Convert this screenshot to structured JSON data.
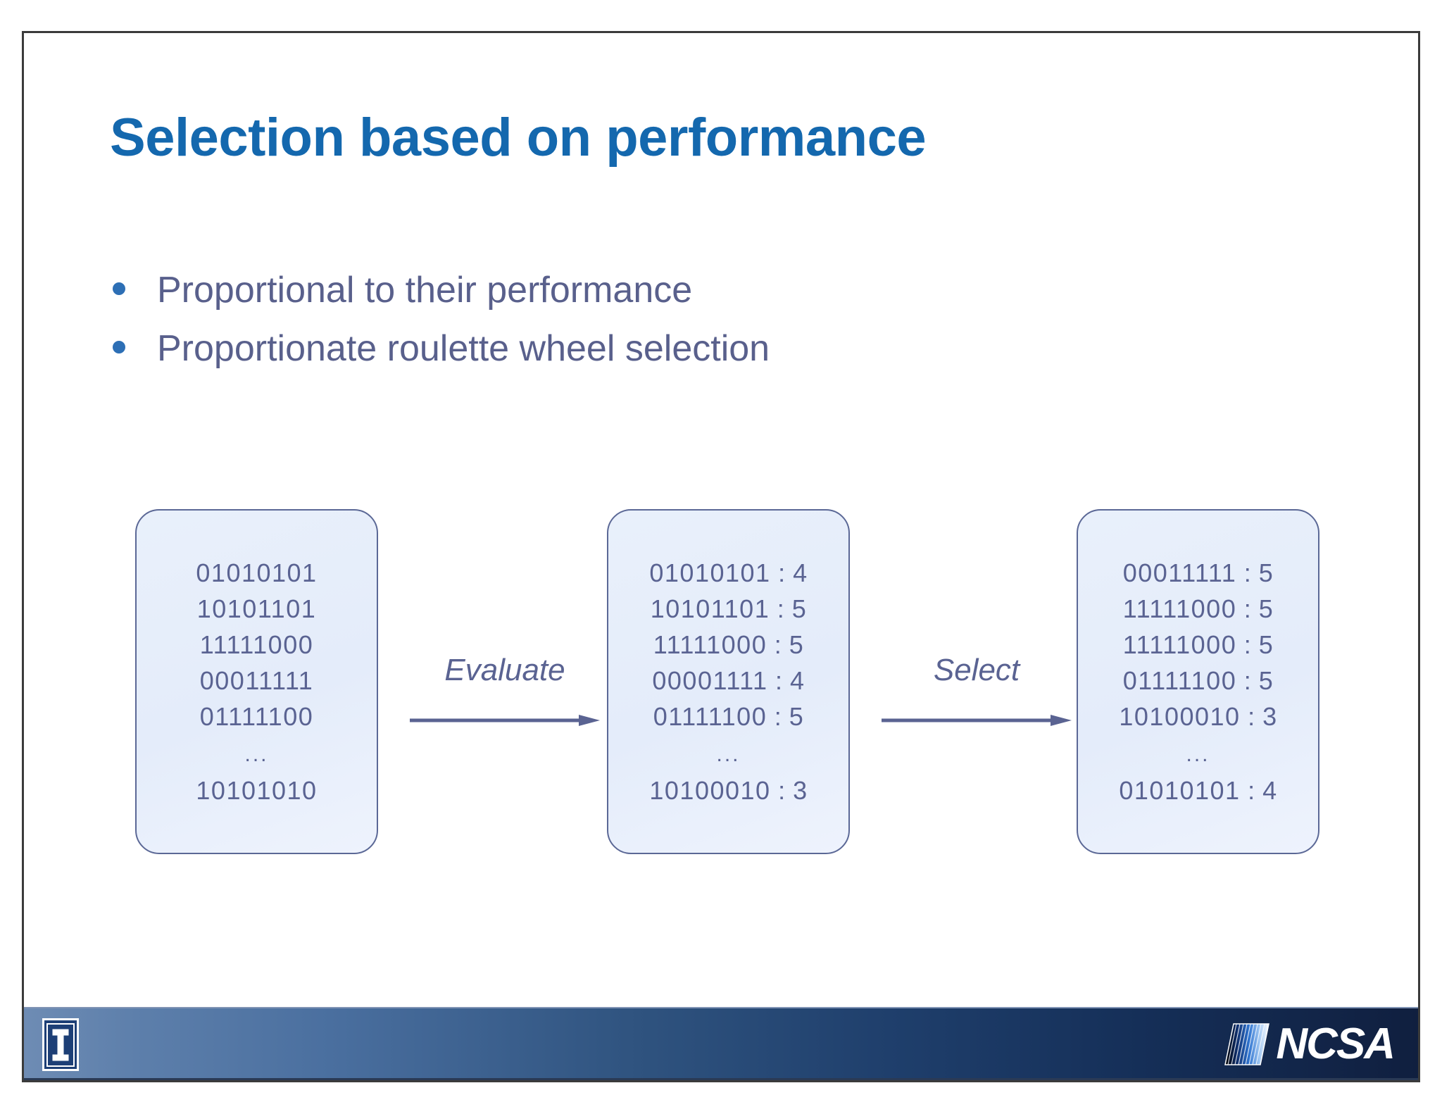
{
  "slide": {
    "title": "Selection based on performance",
    "bullets": [
      "Proportional to their performance",
      "Proportionate roulette wheel selection"
    ]
  },
  "colors": {
    "title_blue": "#1468ae",
    "body_slate": "#59608c",
    "bullet_dot": "#2d6fb5",
    "box_border": "#5b6896",
    "box_fill": "#e9f0fb",
    "arrow": "#5a6392",
    "footer_left": "#6e8cb4",
    "footer_right": "#101f3f"
  },
  "diagram": {
    "boxes": [
      {
        "name": "population",
        "rows": [
          {
            "bits": "01010101",
            "score": ""
          },
          {
            "bits": "10101101",
            "score": ""
          },
          {
            "bits": "11111000",
            "score": ""
          },
          {
            "bits": "00011111",
            "score": ""
          },
          {
            "bits": "01111100",
            "score": ""
          },
          {
            "bits": "...",
            "score": ""
          },
          {
            "bits": "10101010",
            "score": ""
          }
        ]
      },
      {
        "name": "evaluated",
        "rows": [
          {
            "bits": "01010101",
            "score": "4"
          },
          {
            "bits": "10101101",
            "score": "5"
          },
          {
            "bits": "11111000",
            "score": "5"
          },
          {
            "bits": "00001111",
            "score": "4"
          },
          {
            "bits": "01111100",
            "score": "5"
          },
          {
            "bits": "...",
            "score": ""
          },
          {
            "bits": "10100010",
            "score": "3"
          }
        ]
      },
      {
        "name": "selected",
        "rows": [
          {
            "bits": "00011111",
            "score": "5"
          },
          {
            "bits": "11111000",
            "score": "5"
          },
          {
            "bits": "11111000",
            "score": "5"
          },
          {
            "bits": "01111100",
            "score": "5"
          },
          {
            "bits": "10100010",
            "score": "3"
          },
          {
            "bits": "...",
            "score": ""
          },
          {
            "bits": "01010101",
            "score": "4"
          }
        ]
      }
    ],
    "arrows": [
      {
        "label": "Evaluate"
      },
      {
        "label": "Select"
      }
    ],
    "separator": " : "
  },
  "footer": {
    "illinois_letter": "I",
    "ncsa_text": "NCSA"
  }
}
